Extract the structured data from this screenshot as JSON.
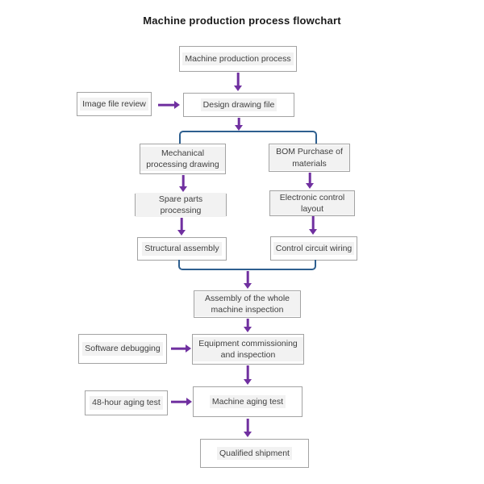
{
  "title": "Machine production process flowchart",
  "colors": {
    "arrow": "#7030a0",
    "bracket": "#2e5f8f",
    "box_border": "#a3a3a3",
    "text": "#404040",
    "label_highlight": "#f2f2f2"
  },
  "nodes": {
    "machine_production_process": "Machine production process",
    "image_file_review": "Image file review",
    "design_drawing_file": "Design drawing file",
    "mechanical_processing_drawing": "Mechanical processing drawing",
    "bom_purchase_of_materials": "BOM Purchase of materials",
    "spare_parts_processing": "Spare parts processing",
    "electronic_control_layout": "Electronic control layout",
    "structural_assembly": "Structural assembly",
    "control_circuit_wiring": "Control circuit wiring",
    "assembly_whole_machine_inspection": "Assembly of the whole machine inspection",
    "software_debugging": "Software debugging",
    "equipment_commissioning_inspection": "Equipment commissioning and inspection",
    "aging_test_48_hour": "48-hour aging test",
    "machine_aging_test": "Machine aging test",
    "qualified_shipment": "Qualified shipment"
  }
}
